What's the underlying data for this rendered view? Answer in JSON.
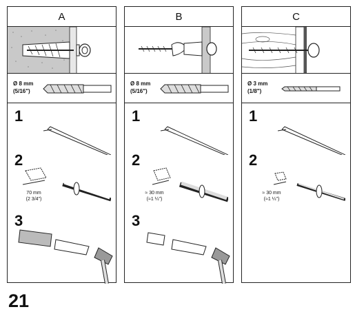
{
  "panels": [
    {
      "letter": "A",
      "drill_size": "Ø 8 mm",
      "drill_inch": "(5/16\")",
      "hole_depth": "70 mm",
      "hole_depth_inch": "(2 3/4\")"
    },
    {
      "letter": "B",
      "drill_size": "Ø 8 mm",
      "drill_inch": "(5/16\")",
      "hole_depth": "≈ 30 mm",
      "hole_depth_inch": "(≈1 ¼\")"
    },
    {
      "letter": "C",
      "drill_size": "Ø 3 mm",
      "drill_inch": "(1/8\")",
      "hole_depth": "≈ 30 mm",
      "hole_depth_inch": "(≈1 ¼\")"
    }
  ],
  "steps": [
    "1",
    "2",
    "3"
  ],
  "page_number": "21"
}
